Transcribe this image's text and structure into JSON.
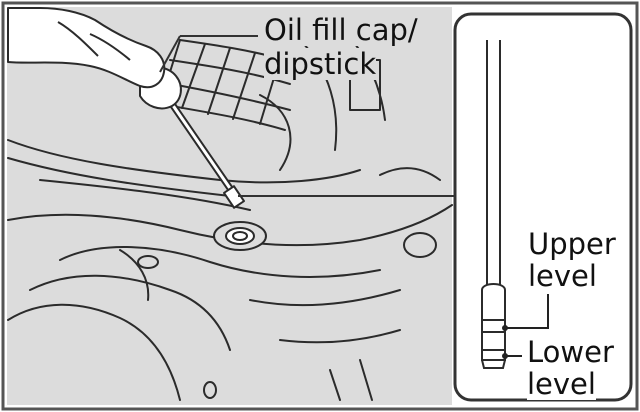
{
  "figure": {
    "callouts": {
      "oil_fill_cap_line1": "Oil fill cap/",
      "oil_fill_cap_line2": "dipstick",
      "upper_line1": "Upper",
      "upper_line2": "level",
      "lower_line1": "Lower",
      "lower_line2": "level"
    }
  },
  "colors": {
    "frame": "#555555",
    "photo_bg": "#dcdcdc",
    "line_art": "#2b2b2b",
    "inset_bg": "#ffffff",
    "text": "#111111"
  }
}
